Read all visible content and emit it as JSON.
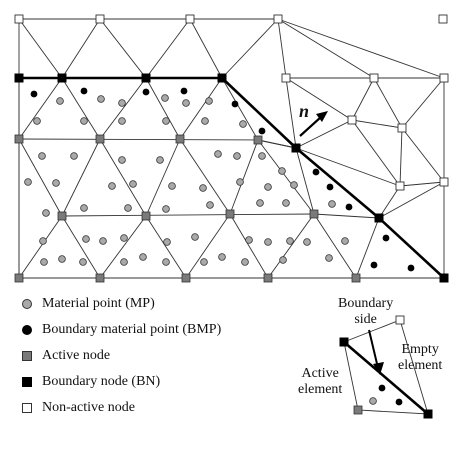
{
  "normal_label": "n",
  "legend": [
    {
      "symbol": "material-point",
      "label": "Material point (MP)"
    },
    {
      "symbol": "boundary-material-point",
      "label": "Boundary material point (BMP)"
    },
    {
      "symbol": "active-node",
      "label": "Active node"
    },
    {
      "symbol": "boundary-node",
      "label": "Boundary node (BN)"
    },
    {
      "symbol": "non-active-node",
      "label": "Non-active node"
    }
  ],
  "inset": {
    "boundary_side_label": "Boundary\nside",
    "empty_element_label": "Empty\nelement",
    "active_element_label": "Active\nelement"
  },
  "colors": {
    "material_point": "#a9a9a9",
    "boundary_material_point": "#000000",
    "active_node": "#7a7a7a",
    "boundary_node": "#000000",
    "non_active_node": "#ffffff",
    "mesh_line": "#333333"
  }
}
